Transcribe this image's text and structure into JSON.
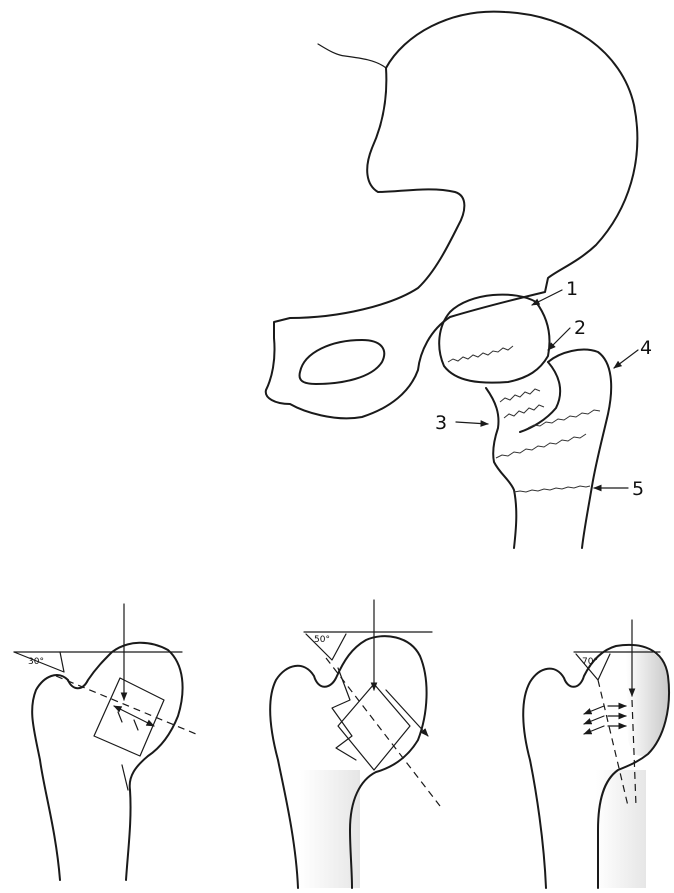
{
  "top_figure": {
    "labels": [
      "1",
      "2",
      "3",
      "4",
      "5"
    ]
  },
  "bottom_figures": [
    {
      "angle_label": "30°"
    },
    {
      "angle_label": "50°"
    },
    {
      "angle_label": "70°"
    }
  ]
}
